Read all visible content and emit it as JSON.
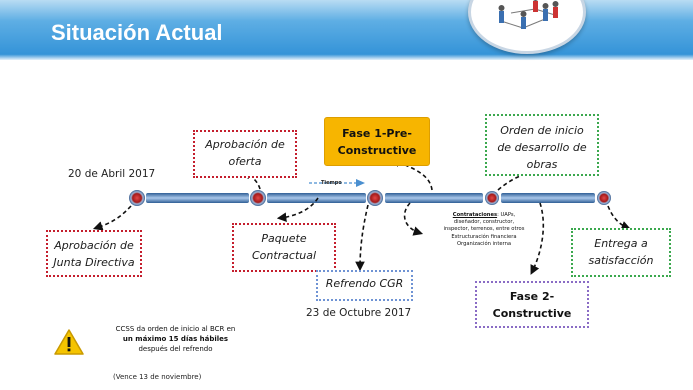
{
  "header": {
    "title": "Situación Actual"
  },
  "timeline": {
    "tiempo_label": "Tiempo",
    "date_left": "20 de Abril 2017",
    "date_bottom": "23 de Octubre 2017"
  },
  "boxes": {
    "aprobacion_oferta": [
      "Aprobación de",
      "oferta"
    ],
    "fase1": [
      "Fase 1-Pre-",
      "Constructive"
    ],
    "orden_inicio": [
      "Orden de inicio",
      "de desarrollo de",
      "obras"
    ],
    "aprobacion_junta": [
      "Aprobación de",
      "Junta Directiva"
    ],
    "paquete": [
      "Paquete",
      "Contractual"
    ],
    "refrendo": [
      "Refrendo CGR"
    ],
    "fase2": [
      "Fase 2-",
      "Constructive"
    ],
    "entrega": [
      "Entrega a",
      "satisfacción"
    ]
  },
  "contrataciones": {
    "title": "Contrataciones",
    "lines": [
      ": UAPs,",
      "diseñador, constructor,",
      "inspector, terrenos, entre otros",
      "Estructuración financiera",
      "Organización interna"
    ]
  },
  "note": {
    "line1": "CCSS da orden de inicio al BCR en",
    "line2": "un máximo 15 días hábiles",
    "line3": "después del refrendo",
    "line4": "(Vence 13 de noviembre)"
  }
}
